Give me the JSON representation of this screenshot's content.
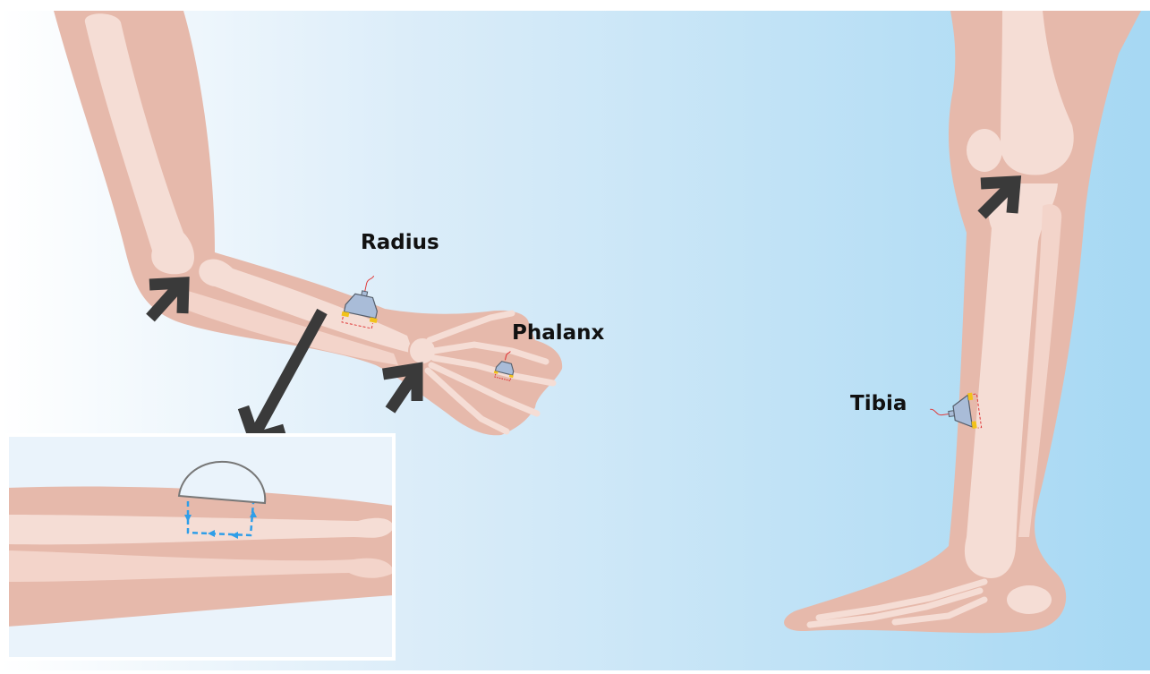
{
  "labels": {
    "radius": "Radius",
    "phalanx": "Phalanx",
    "tibia": "Tibia"
  },
  "colors": {
    "background_start": "#ffffff",
    "background_end": "#a6d8f3",
    "skin": "#e6b9ab",
    "skin_light": "#efcdc1",
    "bone": "#f5ddd5",
    "arrow": "#3a3a3a",
    "probe": "#a9bcd8",
    "probe_edge": "#555e6b",
    "probe_contact": "#f2c21b",
    "beam_outline": "#e03a3a",
    "path_arrow": "#2f9ee8",
    "inset_border": "#ffffff"
  },
  "icons": {
    "probe": "ultrasound-probe-icon",
    "arrow": "pointer-arrow-icon"
  }
}
